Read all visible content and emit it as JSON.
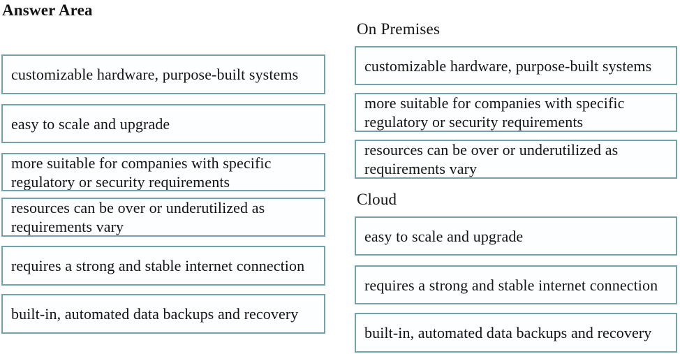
{
  "title": "Answer Area",
  "colors": {
    "box_border": "#72a2aa",
    "box_background": "#fdfeff",
    "text": "#141414",
    "page_background": "#ffffff"
  },
  "source_column": {
    "options": [
      "customizable hardware, purpose-built systems",
      "easy to scale and upgrade",
      "more suitable for companies with specific regulatory or security requirements",
      "resources can be over or underutilized as requirements vary",
      "requires a strong and stable internet connection",
      "built-in, automated data backups and recovery"
    ]
  },
  "answer_groups": [
    {
      "heading": "On Premises",
      "items": [
        "customizable hardware, purpose-built systems",
        "more suitable for companies with specific regulatory or security requirements",
        "resources can be over or underutilized as requirements vary"
      ]
    },
    {
      "heading": "Cloud",
      "items": [
        "easy to scale and upgrade",
        "requires a strong and stable internet connection",
        "built-in, automated data backups and recovery"
      ]
    }
  ]
}
